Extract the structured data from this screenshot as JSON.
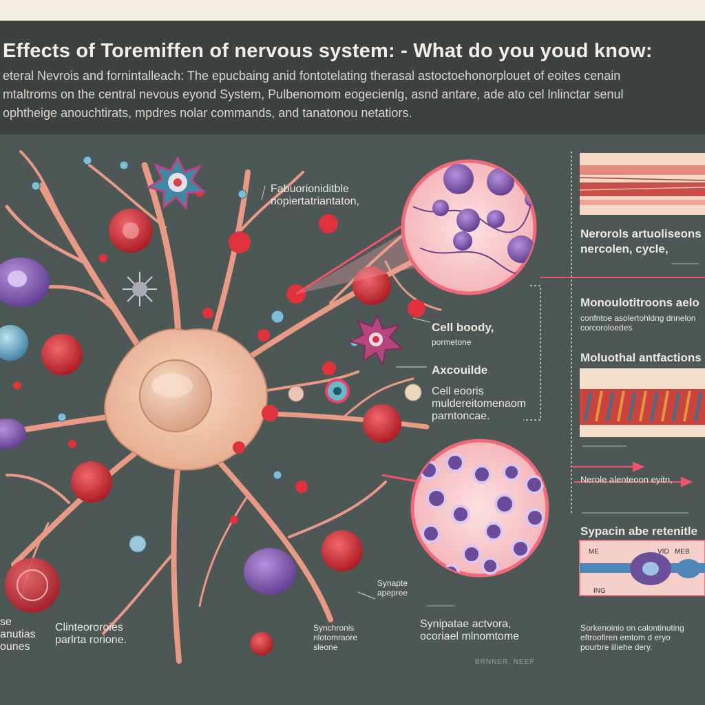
{
  "header": {
    "title": "Effects of Toremiffen of nervous system: - What do you youd know:",
    "lines": [
      "eteral Nevrois and fornintalleach: The epucbaing anid fontotelating therasal astoctoehonorplouet of eoites cenain",
      "mtaltroms on the central nevous eyond System, Pulbenomom eogecienlg, asnd antare, ade ato cel lnlinctar senul",
      "ophtheige anouchtirats, mpdres nolar commands, and tanatonou netatiors."
    ]
  },
  "labels": {
    "fabuor": [
      "Fabuorioniditble",
      "nopiertatriantaton,"
    ],
    "cell_body": "Cell boody,",
    "cell_body_sub": "pormetone",
    "axon": "Axcouilde",
    "cell_secrets": [
      "Cell eooris",
      "muldereitomenaom",
      "parntoncae."
    ],
    "synapse_small": [
      "Synapte",
      "apepree"
    ],
    "synchronis": [
      "Synchronis",
      "nlotomraore",
      "sleone"
    ],
    "clinic": [
      "Clinteororoies",
      "parlrta rorione."
    ],
    "left_edge": [
      "se",
      "anutias",
      "ounes"
    ],
    "synaptic_actors": [
      "Synipatae actvora,",
      "ocoriael mlnomtome"
    ]
  },
  "panels": [
    {
      "title": "Nerorols artuoliseons",
      "sub": "nercolen, cycle,"
    },
    {
      "title": "Monoulotitroons aelo",
      "sub": "confntoe asolertohldng dnnelon corcoroloedes"
    },
    {
      "title": "Moluothal antfactions"
    },
    {
      "title": "Nerole alenteoon eyitn,"
    },
    {
      "title": "Sypacin abe retenitle"
    }
  ],
  "bottom_panel": [
    "ME",
    "ING",
    "VID",
    "MEB"
  ],
  "closing_note": [
    "Sorkenoinio on calontinuting",
    "eftroofiren emtom d eryo",
    "pourbre iiliehe dery."
  ],
  "footer": "BRNNER,  NEEP",
  "colors": {
    "board": "#4c5756",
    "header": "#3d4140",
    "neuron": "#f0c7a8",
    "neuron_edge": "#c98a6e",
    "dendrite": "#ea9a86",
    "red_cell": "#d3303a",
    "purple_cell": "#8a5fb8",
    "accent_line": "#f0566a"
  }
}
